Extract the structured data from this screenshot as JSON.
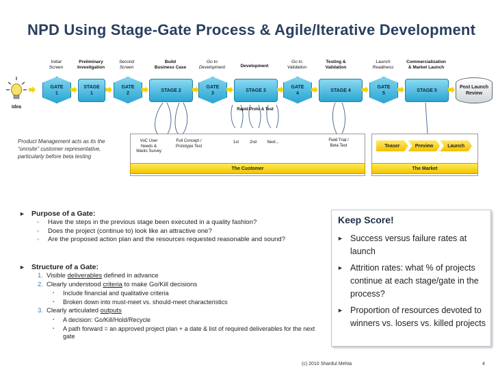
{
  "title": "NPD Using Stage-Gate Process & Agile/Iterative Development",
  "diagram": {
    "idea_label": "Idea",
    "top_labels": [
      {
        "line1": "Initial",
        "line2": "Screen",
        "italic": true
      },
      {
        "line1": "Preliminary",
        "line2": "Investigation",
        "italic": false
      },
      {
        "line1": "Second",
        "line2": "Screen",
        "italic": true
      },
      {
        "line1": "Build",
        "line2": "Business Case",
        "italic": false
      },
      {
        "line1": "Go to",
        "line2": "Development",
        "italic": true
      },
      {
        "line1": "Development",
        "line2": "",
        "italic": false
      },
      {
        "line1": "Go to",
        "line2": "Validation",
        "italic": true
      },
      {
        "line1": "Testing &",
        "line2": "Validation",
        "italic": false
      },
      {
        "line1": "Launch",
        "line2": "Readiness",
        "italic": true
      },
      {
        "line1": "Commercialization",
        "line2": "& Market Launch",
        "italic": false
      }
    ],
    "gates": [
      {
        "line1": "GATE",
        "line2": "1"
      },
      {
        "line1": "GATE",
        "line2": "2"
      },
      {
        "line1": "GATE",
        "line2": "3"
      },
      {
        "line1": "GATE",
        "line2": "4"
      },
      {
        "line1": "GATE",
        "line2": "5"
      }
    ],
    "stages": [
      {
        "line1": "STAGE",
        "line2": "1"
      },
      {
        "line1": "STAGE 2",
        "line2": ""
      },
      {
        "line1": "STAGE 3",
        "line2": ""
      },
      {
        "line1": "STAGE 4",
        "line2": ""
      },
      {
        "line1": "STAGE 5",
        "line2": ""
      }
    ],
    "post_launch": {
      "line1": "Post Launch",
      "line2": "Review"
    },
    "rapid_proto": "Rapid Proto & Test",
    "customer_items": {
      "voc": [
        "VoC User",
        "Needs &",
        "Wants Survey"
      ],
      "concept": [
        "Full Concept /",
        "Prototype Test"
      ],
      "first": "1st",
      "second": "2nd",
      "next": "Next...",
      "field": [
        "Field Trial /",
        "Beta Test"
      ]
    },
    "customer_bar": "The Customer",
    "market_bar": "The Market",
    "launch_steps": [
      "Teaser",
      "Preview",
      "Launch"
    ],
    "pm_note": "Product Management acts as its the “onnsite” customer representative, particularly before beta testing"
  },
  "purpose": {
    "heading": "Purpose of a Gate:",
    "items": [
      "Have the steps in the previous stage been executed in a quality fashion?",
      "Does the project (continue to) look like an attractive one?",
      "Are the proposed action plan and the resources requested reasonable and sound?"
    ]
  },
  "structure": {
    "heading": "Structure of a Gate:",
    "items": [
      {
        "num": "1.",
        "pre": "Visible ",
        "u": "deliverables",
        "post": " defined in advance",
        "sub": []
      },
      {
        "num": "2.",
        "pre": "Clearly understood ",
        "u": "criteria",
        "post": " to make Go/Kill decisions",
        "sub": [
          "Include financial and qualitative criteria",
          "Broken down into must-meet vs. should-meet characteristics"
        ]
      },
      {
        "num": "3.",
        "pre": "Clearly articulated ",
        "u": "outputs",
        "post": "",
        "sub": [
          "A decision: Go/Kill/Hold/Recycle",
          "A path forward = an approved project plan + a date & list of required deliverables for the next gate"
        ]
      }
    ]
  },
  "keep_score": {
    "title": "Keep Score!",
    "items": [
      "Success versus failure rates at launch",
      "Attrition rates: what % of projects continue at each stage/gate in the process?",
      "Proportion of resources devoted to winners vs. losers vs. killed projects"
    ]
  },
  "footer": "(c) 2010 Shardul Mehta",
  "page_number": "4"
}
